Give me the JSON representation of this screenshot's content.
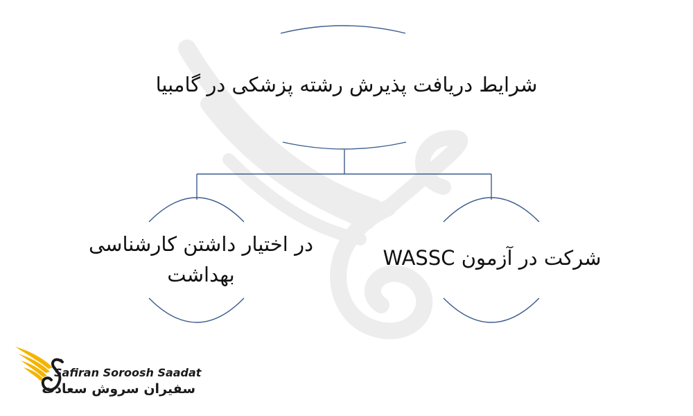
{
  "diagram": {
    "root": {
      "label": "شرایط دریافت پذیرش رشته پزشکی در گامبیا"
    },
    "children": [
      {
        "label_line1": "در اختیار داشتن کارشناسی",
        "label_line2": "بهداشت"
      },
      {
        "label": "شرکت در آزمون WASSC"
      }
    ]
  },
  "brand": {
    "name_latin": "Safiran Soroosh Saadat",
    "name_persian": "سفیران سروش سعادت"
  },
  "colors": {
    "connector": "#3b5b8e",
    "text": "#111111",
    "logo_gold": "#f4b400",
    "logo_dark": "#1a1a1a",
    "watermark": "#ededed"
  }
}
